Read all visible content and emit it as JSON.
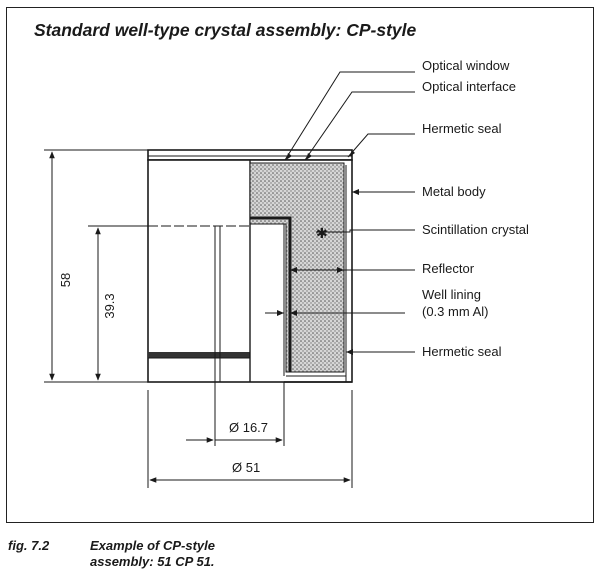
{
  "figure": {
    "title": "Standard well-type crystal assembly: CP-style",
    "labels": {
      "optical_window": "Optical window",
      "optical_interface": "Optical interface",
      "hermetic_seal_top": "Hermetic seal",
      "metal_body": "Metal body",
      "scintillation_crystal": "Scintillation crystal",
      "reflector": "Reflector",
      "well_lining_1": "Well  lining",
      "well_lining_2": "(0.3 mm Al)",
      "hermetic_seal_bottom": "Hermetic seal"
    },
    "dimensions": {
      "height_total": "58",
      "height_well": "39.3",
      "well_diameter": "Ø 16.7",
      "outer_diameter": "Ø 51"
    }
  },
  "caption": {
    "number": "fig. 7.2",
    "line1": "Example of CP-style",
    "line2": "assembly: 51 CP 51."
  },
  "colors": {
    "ink": "#1a1a1a",
    "crystal_fill": "#cfcfcf",
    "background": "#ffffff"
  }
}
